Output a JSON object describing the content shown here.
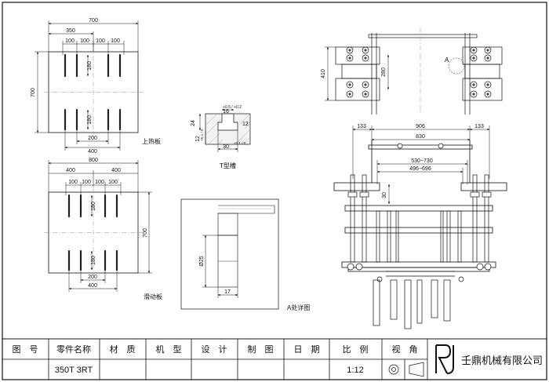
{
  "views": {
    "upper_plate": {
      "label": "上热板",
      "dims": {
        "overall_width": "700",
        "half_width": "350",
        "slot_spacing": [
          "100",
          "100",
          "100",
          "100"
        ],
        "height": "700",
        "slot_length_top": "180",
        "slot_length_bottom": "180",
        "bottom_inner": "200",
        "bottom_outer": "400"
      }
    },
    "sliding_plate": {
      "label": "滑动板",
      "dims": {
        "overall_width": "800",
        "half_left": "400",
        "half_right": "400",
        "slot_spacing": [
          "100",
          "100",
          "100",
          "100"
        ],
        "height": "700",
        "slot_length_top": "180",
        "slot_length_bottom": "180",
        "bottom_inner": "200",
        "bottom_outer": "400"
      }
    },
    "t_slot": {
      "label": "T型槽",
      "dims": {
        "top_width": "16",
        "top_tol": "+0.5 / +0.2",
        "left_height": "24",
        "left_small": "12",
        "left_small_tol": "+0.1 / 0",
        "right_small": "12",
        "bottom_width": "30",
        "bottom_tol": "+0.1 / 0"
      }
    },
    "detail_a": {
      "label": "A处详图",
      "dims": {
        "diameter": "Ø25",
        "width": "17"
      }
    },
    "assembly": {
      "detail_marker": "A",
      "dims": {
        "height_top": "410",
        "inner_height": "280",
        "left_offset": "133",
        "right_offset": "133",
        "overall_width": "906",
        "frame_width": "830",
        "adjust_range_outer": "530~730",
        "adjust_range_inner": "496~696",
        "side_gap": "30"
      }
    }
  },
  "title_block": {
    "headers": [
      "图　号",
      "零件名称",
      "材　质",
      "机　型",
      "设　计",
      "制　图",
      "日　期",
      "比　例",
      "视　角"
    ],
    "values": [
      "",
      "350T 3RT",
      "",
      "",
      "",
      "",
      "",
      "1:12",
      ""
    ],
    "company": "壬鼎机械有限公司"
  }
}
